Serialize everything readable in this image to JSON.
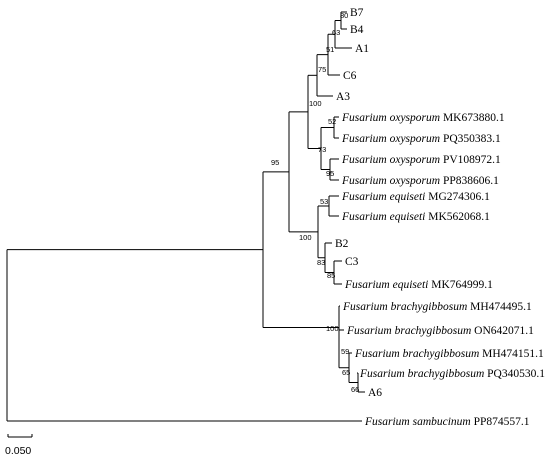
{
  "tree": {
    "leaves": [
      {
        "id": "B7",
        "name": "B7",
        "italic": ""
      },
      {
        "id": "B4",
        "name": "B4",
        "italic": ""
      },
      {
        "id": "A1",
        "name": "A1",
        "italic": ""
      },
      {
        "id": "C6",
        "name": "C6",
        "italic": ""
      },
      {
        "id": "A3",
        "name": "A3",
        "italic": ""
      },
      {
        "id": "MK673880",
        "italic": "Fusarium oxysporum",
        "name": "MK673880.1"
      },
      {
        "id": "PQ350383",
        "italic": "Fusarium oxysporum",
        "name": "PQ350383.1"
      },
      {
        "id": "PV108972",
        "italic": "Fusarium oxysporum",
        "name": "PV108972.1"
      },
      {
        "id": "PP838606",
        "italic": "Fusarium oxysporum",
        "name": "PP838606.1"
      },
      {
        "id": "MG274306",
        "italic": "Fusarium equiseti",
        "name": "MG274306.1"
      },
      {
        "id": "MK562068",
        "italic": "Fusarium equiseti",
        "name": "MK562068.1"
      },
      {
        "id": "B2",
        "name": "B2",
        "italic": ""
      },
      {
        "id": "C3",
        "name": "C3",
        "italic": ""
      },
      {
        "id": "MK764999",
        "italic": "Fusarium equiseti",
        "name": "MK764999.1"
      },
      {
        "id": "MH474495",
        "italic": "Fusarium brachygibbosum",
        "name": "MH474495.1"
      },
      {
        "id": "ON642071",
        "italic": "Fusarium brachygibbosum",
        "name": "ON642071.1"
      },
      {
        "id": "MH474151",
        "italic": "Fusarium brachygibbosum",
        "name": "MH474151.1"
      },
      {
        "id": "PQ340530",
        "italic": "Fusarium brachygibbosum",
        "name": "PQ340530.1"
      },
      {
        "id": "A6",
        "name": "A6",
        "italic": ""
      },
      {
        "id": "PP874557",
        "italic": "Fusarium sambucinum",
        "name": "PP874557.1"
      }
    ],
    "bootstrap_values": [
      "80",
      "63",
      "51",
      "75",
      "100",
      "52",
      "73",
      "95",
      "95",
      "53",
      "100",
      "83",
      "85",
      "100",
      "59",
      "65",
      "66"
    ],
    "scale_bar_label": "0.050"
  }
}
